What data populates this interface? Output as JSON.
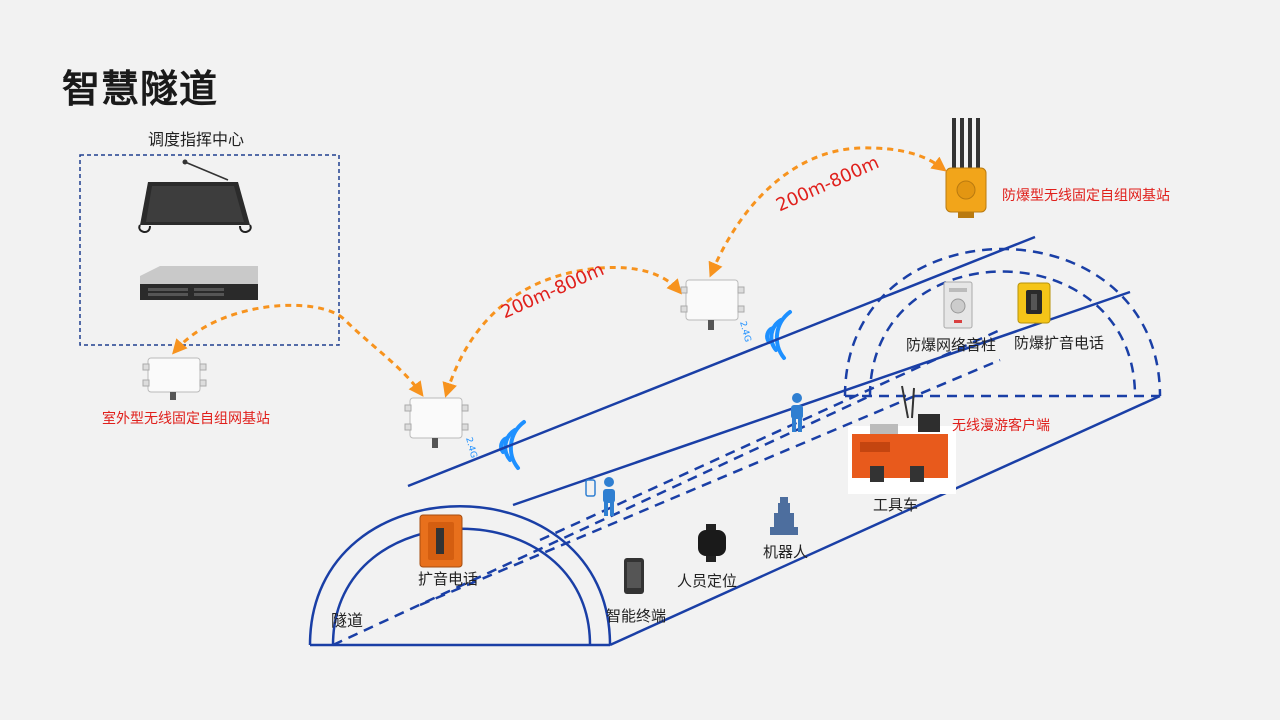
{
  "page": {
    "title": "智慧隧道"
  },
  "labels": {
    "control_center": "调度指挥中心",
    "outdoor_station": "室外型无线固定自组网基站",
    "explosion_station": "防爆型无线固定自组网基站",
    "distance_1": "200m-800m",
    "distance_2": "200m-800m",
    "network_speaker": "防爆网络音柱",
    "pa_phone_explosion": "防爆扩音电话",
    "roaming_client": "无线漫游客户端",
    "tool_vehicle": "工具车",
    "robot": "机器人",
    "personnel_positioning": "人员定位",
    "smart_terminal": "智能终端",
    "pa_phone": "扩音电话",
    "tunnel": "隧道",
    "band_1": "2.4G",
    "band_2": "2.4G"
  },
  "colors": {
    "tunnel_line": "#1a3fa6",
    "link_arrow": "#f7931e",
    "highlight_text": "#e0201c",
    "frame": "#1f3f8f",
    "wifi": "#1e90ff"
  }
}
